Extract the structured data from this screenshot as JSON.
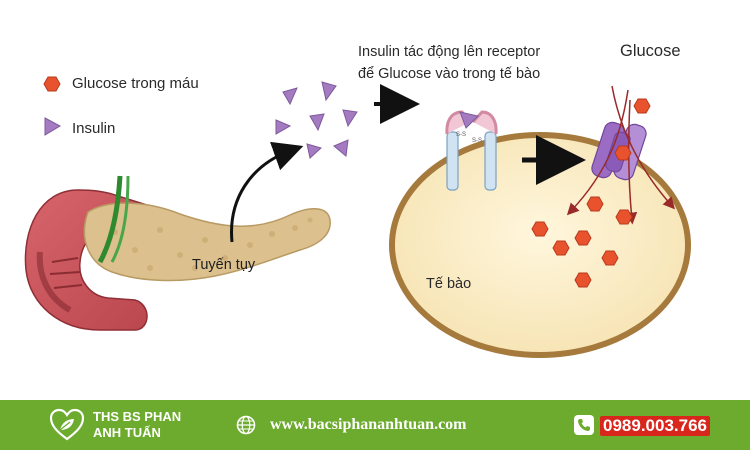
{
  "legend": {
    "glucose_label": "Glucose trong máu",
    "insulin_label": "Insulin",
    "glucose_color": "#e8532d",
    "insulin_color": "#a47bc0"
  },
  "captions": {
    "receptor_line1": "Insulin tác động lên receptor",
    "receptor_line2": "để Glucose vào trong tế bào",
    "glucose_title": "Glucose",
    "pancreas_label": "Tuyến tụy",
    "cell_label": "Tế bào"
  },
  "footer": {
    "brand_line1": "THS BS  PHAN",
    "brand_line2": "ANH TUẤN",
    "website": "www.bacsiphananhtuan.com",
    "phone": "0989.003.766",
    "background_color": "#6cab2d",
    "phone_color": "#d9261c"
  },
  "icons": {
    "logo": "heart-leaf-icon",
    "globe": "globe-icon",
    "phone": "phone-icon"
  }
}
